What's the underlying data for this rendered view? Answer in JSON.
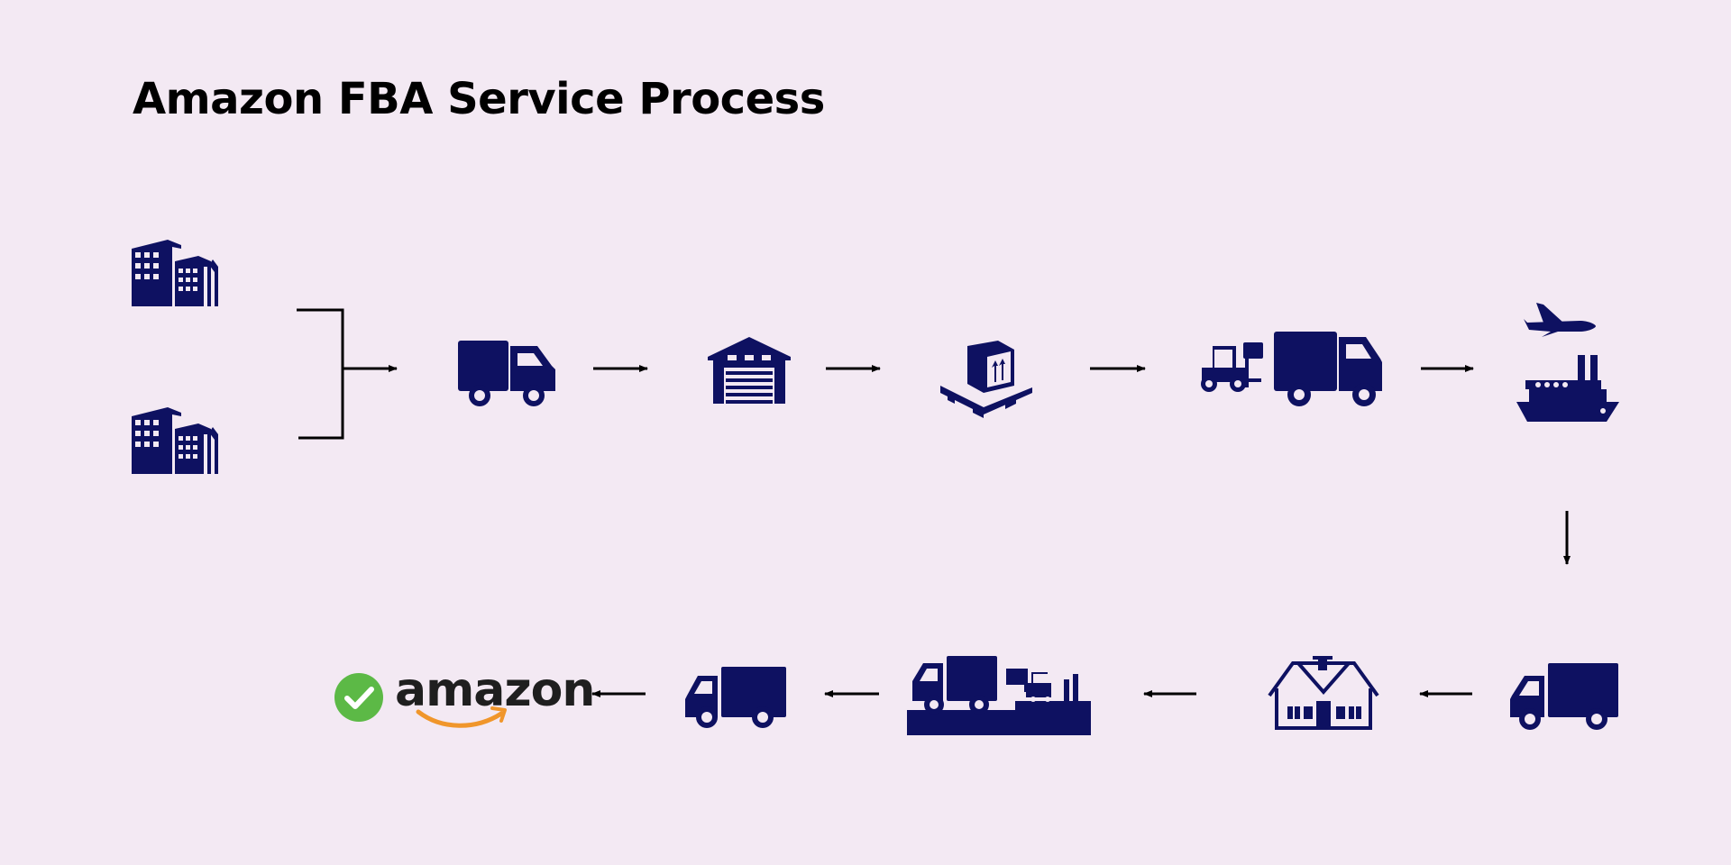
{
  "title": "Amazon FBA Service Process",
  "colors": {
    "icon": "#0e1161",
    "background": "#f3e9f3",
    "check": "#5cb946",
    "smile": "#f0962b"
  },
  "row1": [
    "factory-icon",
    "factory-icon",
    "truck-icon",
    "warehouse-icon",
    "palletized-box-icon",
    "forklift-truck-icon",
    "air-sea-freight-icon"
  ],
  "row2": [
    "delivery-truck-icon",
    "overseas-warehouse-icon",
    "loading-dock-icon",
    "delivery-van-icon",
    "amazon-logo"
  ],
  "logo": {
    "text": "amazon"
  }
}
